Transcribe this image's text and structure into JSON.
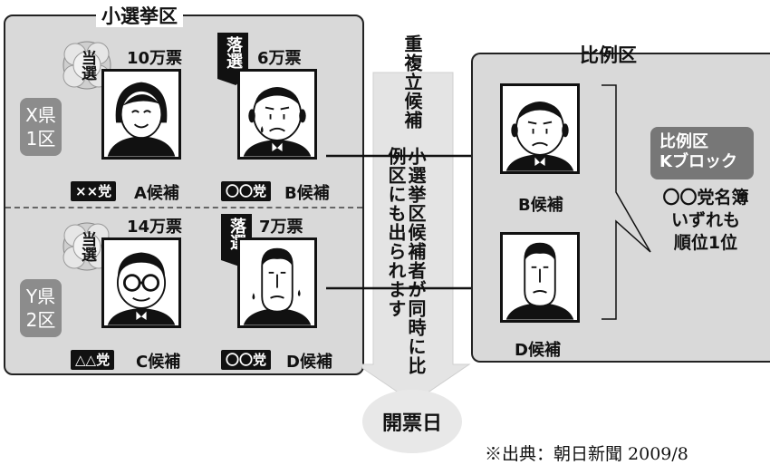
{
  "single_district": {
    "title": "小選挙区",
    "prefectures": [
      {
        "label_line1": "X県",
        "label_line2": "1区"
      },
      {
        "label_line1": "Y県",
        "label_line2": "2区"
      }
    ],
    "candidates": [
      {
        "votes": "10万票",
        "status": "当選",
        "party": "××党",
        "name": "A候補"
      },
      {
        "votes": "6万票",
        "status": "落選",
        "party": "〇〇党",
        "name": "B候補"
      },
      {
        "votes": "14万票",
        "status": "当選",
        "party": "△△党",
        "name": "C候補"
      },
      {
        "votes": "7万票",
        "status": "落選",
        "party": "〇〇党",
        "name": "D候補"
      }
    ]
  },
  "middle": {
    "dual_candidacy": "重複立候補",
    "explanation": "小選挙区候補者が同時に比例区にも出られます"
  },
  "proportional": {
    "title": "比例区",
    "block_line1": "比例区",
    "block_line2": "Kブロック",
    "list_line1": "〇〇党名簿",
    "list_line2": "いずれも",
    "list_line3": "順位1位",
    "candidates": [
      {
        "name": "B候補"
      },
      {
        "name": "D候補"
      }
    ]
  },
  "election_day": "開票日",
  "source": "※出典：朝日新聞 2009/8"
}
